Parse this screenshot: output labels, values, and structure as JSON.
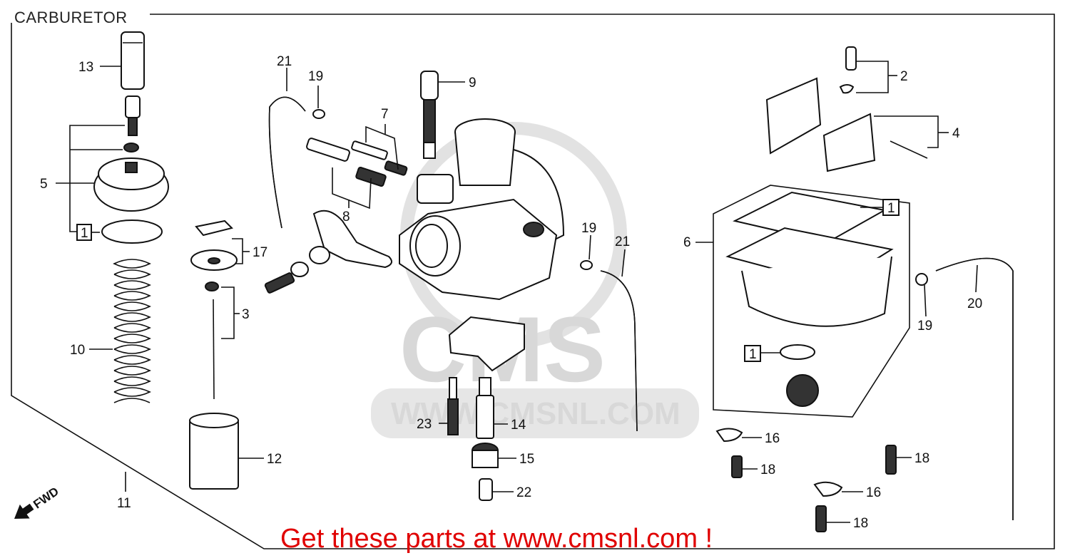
{
  "title": "CARBURETOR",
  "promo_text": "Get these parts at www.cmsnl.com !",
  "fwd_label": "FWD",
  "watermark": {
    "brand": "CMS",
    "url": "WWW.CMSNL.COM"
  },
  "colors": {
    "promo": "#e00000",
    "line": "#111111",
    "watermark": "#d8d8d8"
  },
  "callouts": {
    "p2": "2",
    "p3": "3",
    "p4": "4",
    "p5": "5",
    "p6": "6",
    "p7": "7",
    "p8": "8",
    "p9": "9",
    "p10": "10",
    "p11": "11",
    "p12": "12",
    "p13": "13",
    "p14": "14",
    "p15": "15",
    "p16a": "16",
    "p16b": "16",
    "p17": "17",
    "p18a": "18",
    "p18b": "18",
    "p18c": "18",
    "p19a": "19",
    "p19b": "19",
    "p19c": "19",
    "p20": "20",
    "p21a": "21",
    "p21b": "21",
    "p22": "22",
    "p23": "23",
    "kit1a": "1",
    "kit1b": "1",
    "kit1c": "1"
  }
}
